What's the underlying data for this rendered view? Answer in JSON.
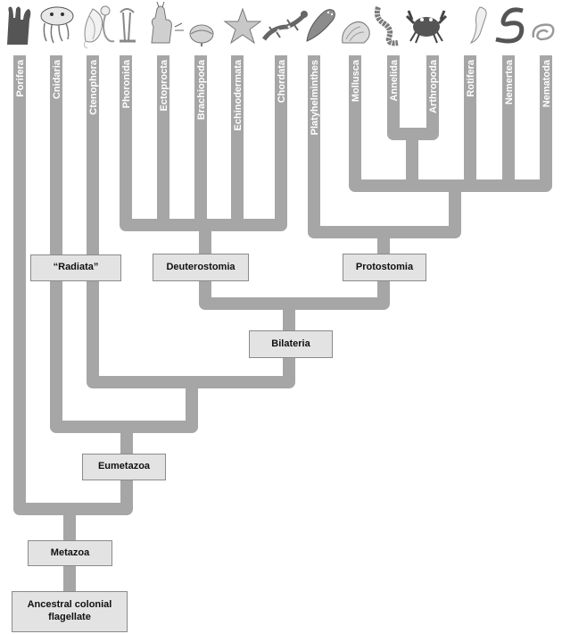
{
  "phyla": [
    {
      "label": "Porifera",
      "icon": "sponge-icon"
    },
    {
      "label": "Cnidaria",
      "icon": "jellyfish-icon"
    },
    {
      "label": "Ctenophora",
      "icon": "comb-jelly-icon"
    },
    {
      "label": "Phoronida",
      "icon": "phoronid-worm-icon"
    },
    {
      "label": "Ectoprocta",
      "icon": "bryozoan-icon"
    },
    {
      "label": "Brachiopoda",
      "icon": "lamp-shell-icon"
    },
    {
      "label": "Echinodermata",
      "icon": "sea-star-icon"
    },
    {
      "label": "Chordata",
      "icon": "salamander-icon"
    },
    {
      "label": "Platyhelminthes",
      "icon": "flatworm-icon"
    },
    {
      "label": "Mollusca",
      "icon": "snail-shell-icon"
    },
    {
      "label": "Annelida",
      "icon": "segmented-worm-icon"
    },
    {
      "label": "Arthropoda",
      "icon": "crab-icon"
    },
    {
      "label": "Rotifera",
      "icon": "rotifer-icon"
    },
    {
      "label": "Nemertea",
      "icon": "ribbon-worm-icon"
    },
    {
      "label": "Nematoda",
      "icon": "roundworm-icon"
    }
  ],
  "clades": {
    "radiata": "“Radiata”",
    "deuterostomia": "Deuterostomia",
    "protostomia": "Protostomia",
    "bilateria": "Bilateria",
    "eumetazoa": "Eumetazoa",
    "metazoa": "Metazoa",
    "ancestor": "Ancestral colonial flagellate"
  },
  "colors": {
    "branch": "#a6a6a6",
    "box_fill": "#e3e3e3",
    "box_border": "#8a8a8a",
    "label_text": "#ffffff"
  }
}
